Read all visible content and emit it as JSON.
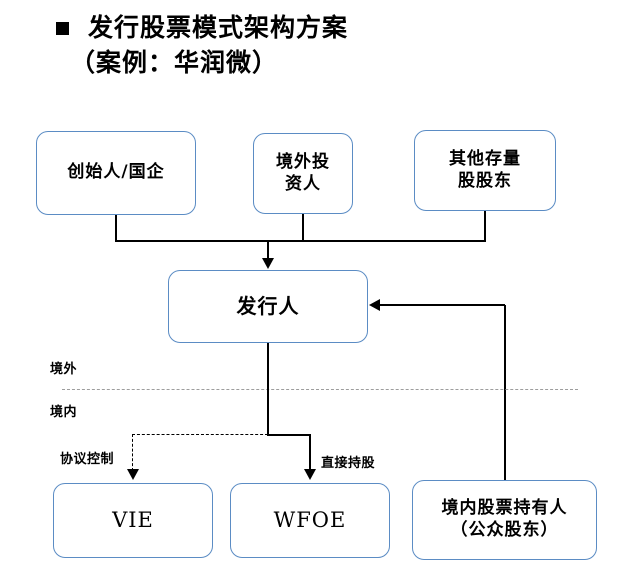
{
  "slide": {
    "title_main": "发行股票模式架构方案",
    "title_sub": "（案例：华润微）",
    "bullet_glyph": "filled-square-bullet"
  },
  "nodes": {
    "founder": "创始人/国企",
    "offshore_investor": "境外投\n资人",
    "other_existing": "其他存量\n股股东",
    "issuer": "发行人",
    "vie": "VIE",
    "wfoe": "WFOE",
    "public_holders": "境内股票持有人\n（公众股东）"
  },
  "zones": {
    "offshore": "境外",
    "onshore": "境内"
  },
  "edges": {
    "vie_control": "协议控制",
    "direct_holding": "直接持股"
  },
  "colors": {
    "box_border": "#5b8cc4",
    "connector": "#000000",
    "divider": "#8c8c8c",
    "background": "#ffffff",
    "text": "#000000"
  }
}
